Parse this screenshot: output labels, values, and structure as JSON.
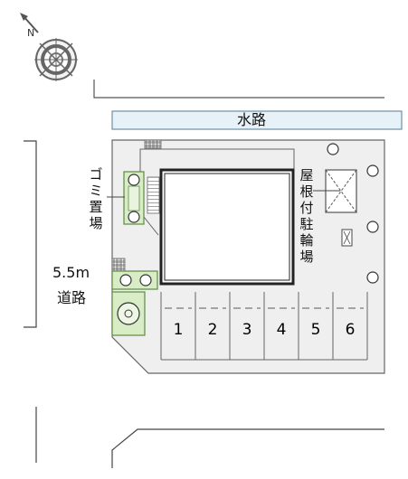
{
  "labels": {
    "waterway": "水路",
    "road_width": "5.5m",
    "road": "道路",
    "garbage": [
      "ゴ",
      "ミ",
      "置",
      "場"
    ],
    "bike_parking": [
      "屋",
      "根",
      "付",
      "駐",
      "輪",
      "場"
    ]
  },
  "parking_slots": [
    "1",
    "2",
    "3",
    "4",
    "5",
    "6"
  ],
  "icons": {
    "compass": "compass-icon",
    "tree": "tree-icon",
    "bike_shelter": "bike-shelter-icon",
    "vending": "vending-icon",
    "trash_bin": "trash-bin-icon"
  },
  "colors": {
    "waterway_fill": "#e6f1f8",
    "lot_fill": "#efefef",
    "green_fill": "#d8ecc6",
    "green_stroke": "#5f8a45",
    "line": "#444444"
  }
}
